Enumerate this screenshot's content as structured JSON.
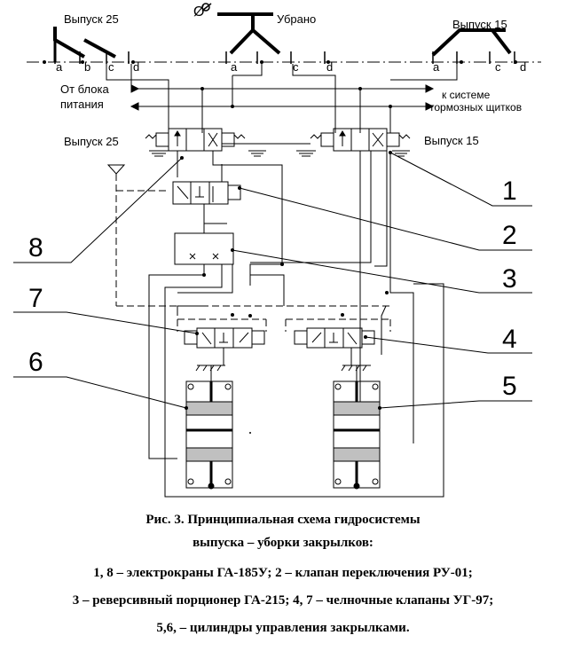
{
  "diagram": {
    "switch_symbol": "Ø",
    "positions": {
      "left": "Выпуск 25",
      "middle": "Убрано",
      "right": "Выпуск 15"
    },
    "contacts": [
      "a",
      "b",
      "c",
      "d"
    ],
    "power_label": [
      "От блока",
      "питания"
    ],
    "brake_label": [
      "к системе",
      "тормозных щитков"
    ],
    "valve_left_label": "Выпуск 25",
    "valve_right_label": "Выпуск 15",
    "callouts": [
      "1",
      "2",
      "3",
      "4",
      "5",
      "6",
      "7",
      "8"
    ]
  },
  "caption": {
    "lines": [
      "Рис. 3. Принципиальная схема гидросистемы",
      "выпуска – уборки закрылков:",
      "1, 8 – электрокраны ГА-185У; 2 – клапан переключения РУ-01;",
      "3 – реверсивный порционер ГА-215; 4, 7 – челночные клапаны УГ-97;",
      "5,6, – цилиндры управления закрылками."
    ]
  }
}
